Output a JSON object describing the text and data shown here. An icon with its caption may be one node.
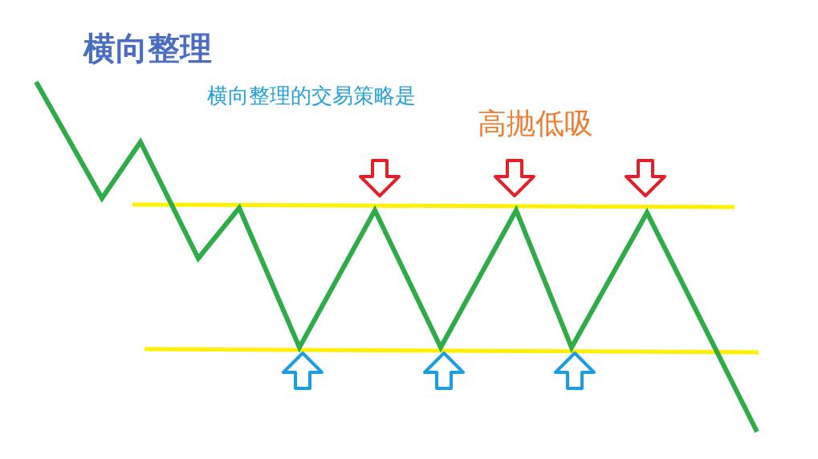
{
  "diagram": {
    "title": "横向整理",
    "labels": [
      "横向整理的交易策略是",
      "高抛低吸"
    ]
  }
}
